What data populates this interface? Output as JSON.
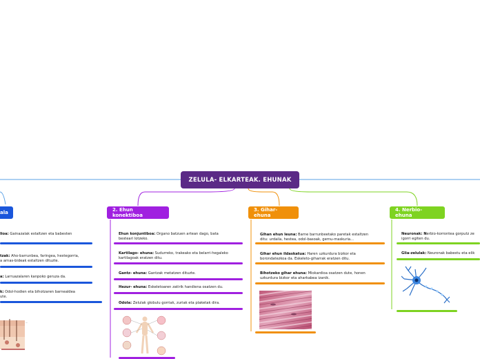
{
  "root": {
    "title": "ZELULA- ELKARTEAK. EHUNAK"
  },
  "colors": {
    "root": "#5b2a86",
    "b1": "#1a56db",
    "b2": "#a020e0",
    "b3": "#f0900a",
    "b4": "#7ed321"
  },
  "branches": [
    {
      "label": "ala",
      "items": [
        {
          "term": "lioa:",
          "text": " Gainazalak estaltzen eta babesten",
          "text2": ""
        },
        {
          "term": "tzak:",
          "text": " Aho-barrunbea, faringea, hestegorria,",
          "text2": "a arnas-bideak estaltzen dituzte."
        },
        {
          "term": "a:",
          "text": " Larruazalaren kanpoko geruza da.",
          "text2": ""
        },
        {
          "term": "k:",
          "text": " Odol-hodien eta bihotzaren barnealdea",
          "text2": "ute."
        }
      ]
    },
    {
      "label": "2. Ehun konektiboa",
      "items": [
        {
          "term": "Ehun konjuntiboa:",
          "text": " Organo batzuen artean dago, bata",
          "text2": "besteari lotzeko."
        },
        {
          "term": "Kartilago- ehuna:",
          "text": " Sudurreko, trakeako eta  belarri-hegaleko",
          "text2": "kartilagoak eratzen ditu."
        },
        {
          "term": "Gantz- ehuna:",
          "text": " Gantzak metatzen dituzte.",
          "text2": ""
        },
        {
          "term": "Hezur- ehuna:",
          "text": " Eskeletoaren zatirik handiena osatzen du.",
          "text2": ""
        },
        {
          "term": "Odola:",
          "text": " Zelulak globulu gorriak, zuriak eta plaketak dira.",
          "text2": ""
        }
      ]
    },
    {
      "label": "3. Gihar-ehuna",
      "items": [
        {
          "term": "Gihan ehun leuna:",
          "text": " Barne barrunbeetako paretak estaltzen",
          "text2": "ditu: urdaila, hestea, odol-basoak, gernu-maskuria..."
        },
        {
          "term": "Gihar ehun ildaskatua:",
          "text": " Haren uzkurdura bizkor eta",
          "text2": "borondatezkoa da. Eskeleto-giharrak eratzen ditu."
        },
        {
          "term": "Bihotzeko gihar ehuna:",
          "text": " Miokardioa osatzen dute, honen",
          "text2": "uzkurdura bizkor eta aharkabea izanik."
        }
      ]
    },
    {
      "label": "4. Nerbio- ehuna",
      "items": [
        {
          "term": "Neuronak: N",
          "text": "erbio-korrontea gorputz ze",
          "text2": "igorri egiten du."
        },
        {
          "term": "Glia-zelulak:",
          "text": " Neuronak babestu eta elik",
          "text2": ""
        }
      ]
    }
  ],
  "figures": {
    "skin": "skin-layers-illustration",
    "connective": "connective-tissue-cells-illustration",
    "muscle": "striated-muscle-micrograph",
    "neuron": "neuron-illustration"
  }
}
